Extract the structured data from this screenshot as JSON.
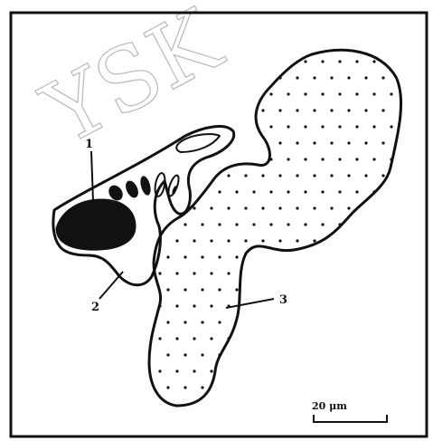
{
  "watermark": "YSK",
  "labels": {
    "one": "1",
    "two": "2",
    "three": "3"
  },
  "scale_bar": {
    "text": "20 μm"
  },
  "colors": {
    "ink": "#111111",
    "paper": "#ffffff",
    "watermark": "#b9b9b9"
  }
}
